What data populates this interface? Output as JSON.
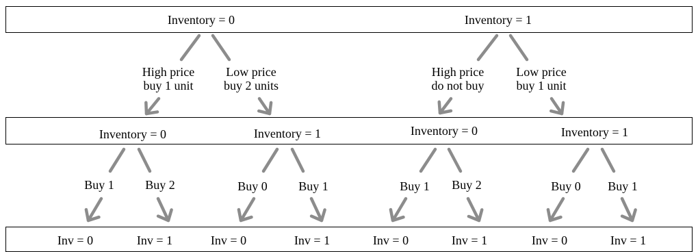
{
  "root_states": [
    "Inventory = 0",
    "Inventory = 1"
  ],
  "first_decisions": [
    [
      "High price",
      "buy 1 unit"
    ],
    [
      "Low price",
      "buy 2 units"
    ],
    [
      "High price",
      "do not buy"
    ],
    [
      "Low price",
      "buy 1 unit"
    ]
  ],
  "second_states": [
    "Inventory = 0",
    "Inventory = 1",
    "Inventory = 0",
    "Inventory = 1"
  ],
  "second_decisions": [
    "Buy 1",
    "Buy 2",
    "Buy 0",
    "Buy 1",
    "Buy 1",
    "Buy 2",
    "Buy 0",
    "Buy 1"
  ],
  "leaf_states": [
    "Inv = 0",
    "Inv = 1",
    "Inv = 0",
    "Inv = 1",
    "Inv = 0",
    "Inv = 1",
    "Inv = 0",
    "Inv = 1"
  ],
  "colors": {
    "arrow": "#8c8c8c",
    "border": "#000000",
    "text": "#000000"
  }
}
